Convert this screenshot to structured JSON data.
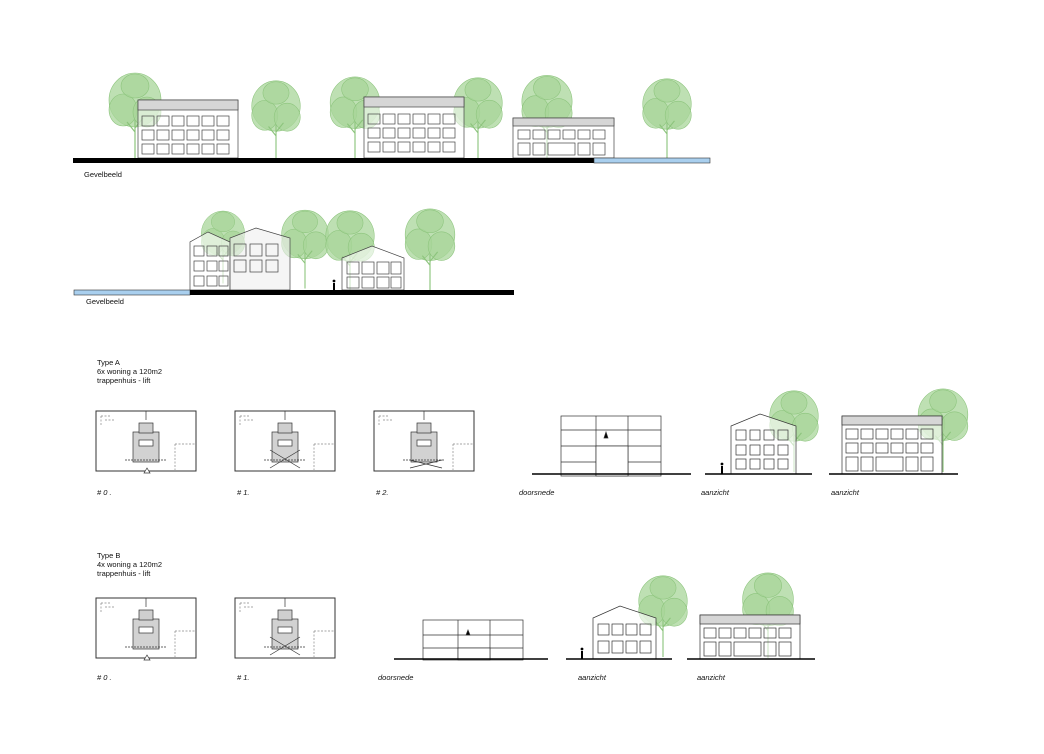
{
  "colors": {
    "tree": "#9fd08f",
    "water": "#a9cfee",
    "ground": "#000000",
    "shade": "#d8d8d8",
    "line": "#333333"
  },
  "elevations": [
    {
      "label": "Gevelbeeld"
    },
    {
      "label": "Gevelbeeld"
    }
  ],
  "type_a": {
    "title": "Type A",
    "line1": "6x woning a 120m2",
    "line2": "trappenhuis - lift",
    "captions": [
      "# 0 .",
      "# 1.",
      "# 2.",
      "doorsnede",
      "aanzicht",
      "aanzicht"
    ]
  },
  "type_b": {
    "title": "Type B",
    "line1": "4x woning a 120m2",
    "line2": "trappenhuis - lift",
    "captions": [
      "# 0 .",
      "# 1.",
      "doorsnede",
      "aanzicht",
      "aanzicht"
    ]
  }
}
